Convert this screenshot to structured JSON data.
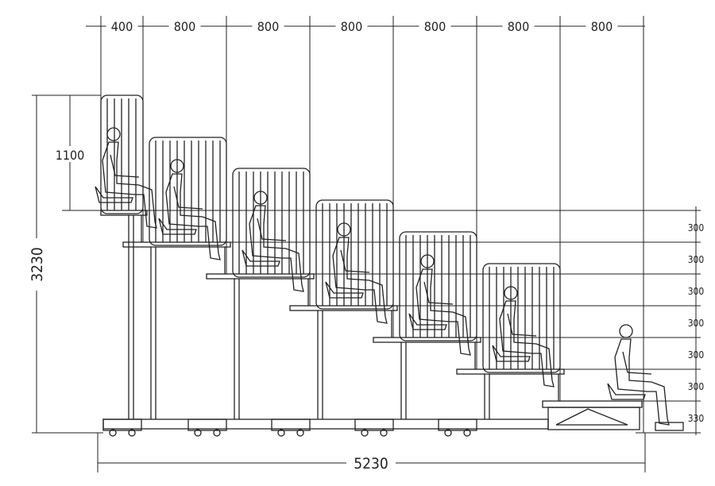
{
  "title": "Telescopic grandstand seating elevation",
  "top_dimensions": [
    "400",
    "800",
    "800",
    "800",
    "800",
    "800",
    "800"
  ],
  "left_dimensions": {
    "backrest_height": "1100",
    "total_height": "3230"
  },
  "right_dimensions": [
    "300",
    "300",
    "300",
    "300",
    "300",
    "300",
    "330"
  ],
  "bottom_dimension": "5230",
  "line_color": "#222222"
}
